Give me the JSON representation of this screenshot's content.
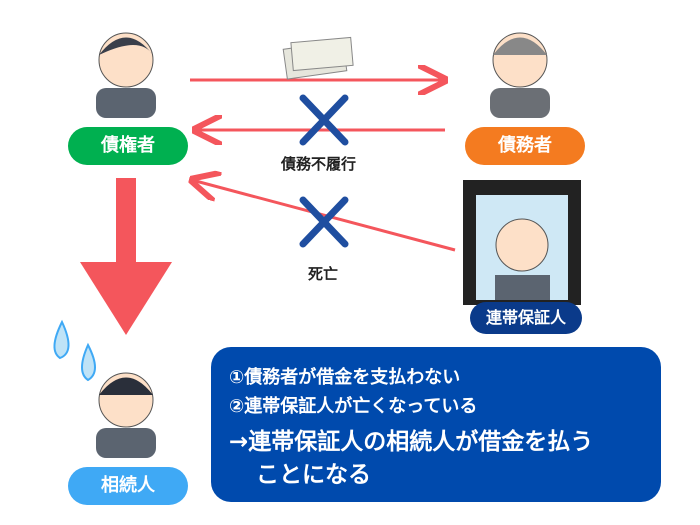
{
  "nodes": {
    "creditor": "債権者",
    "debtor": "債務者",
    "guarantor": "連帯保証人",
    "heir": "相続人"
  },
  "labels": {
    "default": "債務不履行",
    "death": "死亡"
  },
  "summary": {
    "line1": "①債務者が借金を支払わない",
    "line2": "②連帯保証人が亡くなっている",
    "line3": "→連帯保証人の相続人が借金を払う",
    "line4": "ことになる"
  },
  "colors": {
    "creditor": "#00b050",
    "debtor": "#f47b20",
    "guarantor": "#0a3a8a",
    "heir": "#3fa9f5",
    "arrow": "#f4565c",
    "cross": "#1f4ea0",
    "box": "#004aad"
  }
}
